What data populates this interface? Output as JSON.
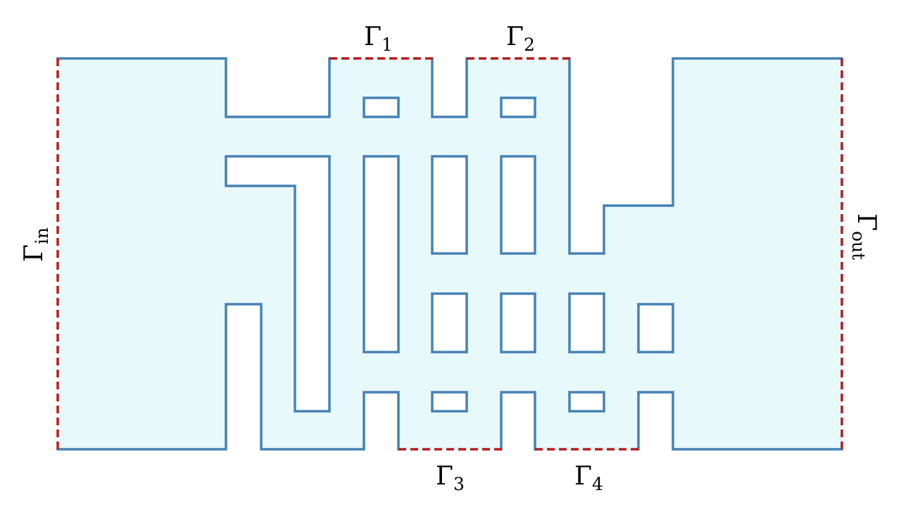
{
  "diagram": {
    "colors": {
      "domain_fill": "#e8f9fc",
      "wall_stroke": "#4682b4",
      "boundary_stroke": "#b71c1c",
      "obstacle_fill": "#ffffff"
    },
    "labels": {
      "inlet": {
        "symbol": "Γ",
        "subscript": "in"
      },
      "outlet": {
        "symbol": "Γ",
        "subscript": "out"
      },
      "gamma1": {
        "symbol": "Γ",
        "subscript": "1"
      },
      "gamma2": {
        "symbol": "Γ",
        "subscript": "2"
      },
      "gamma3": {
        "symbol": "Γ",
        "subscript": "3"
      },
      "gamma4": {
        "symbol": "Γ",
        "subscript": "4"
      }
    }
  }
}
